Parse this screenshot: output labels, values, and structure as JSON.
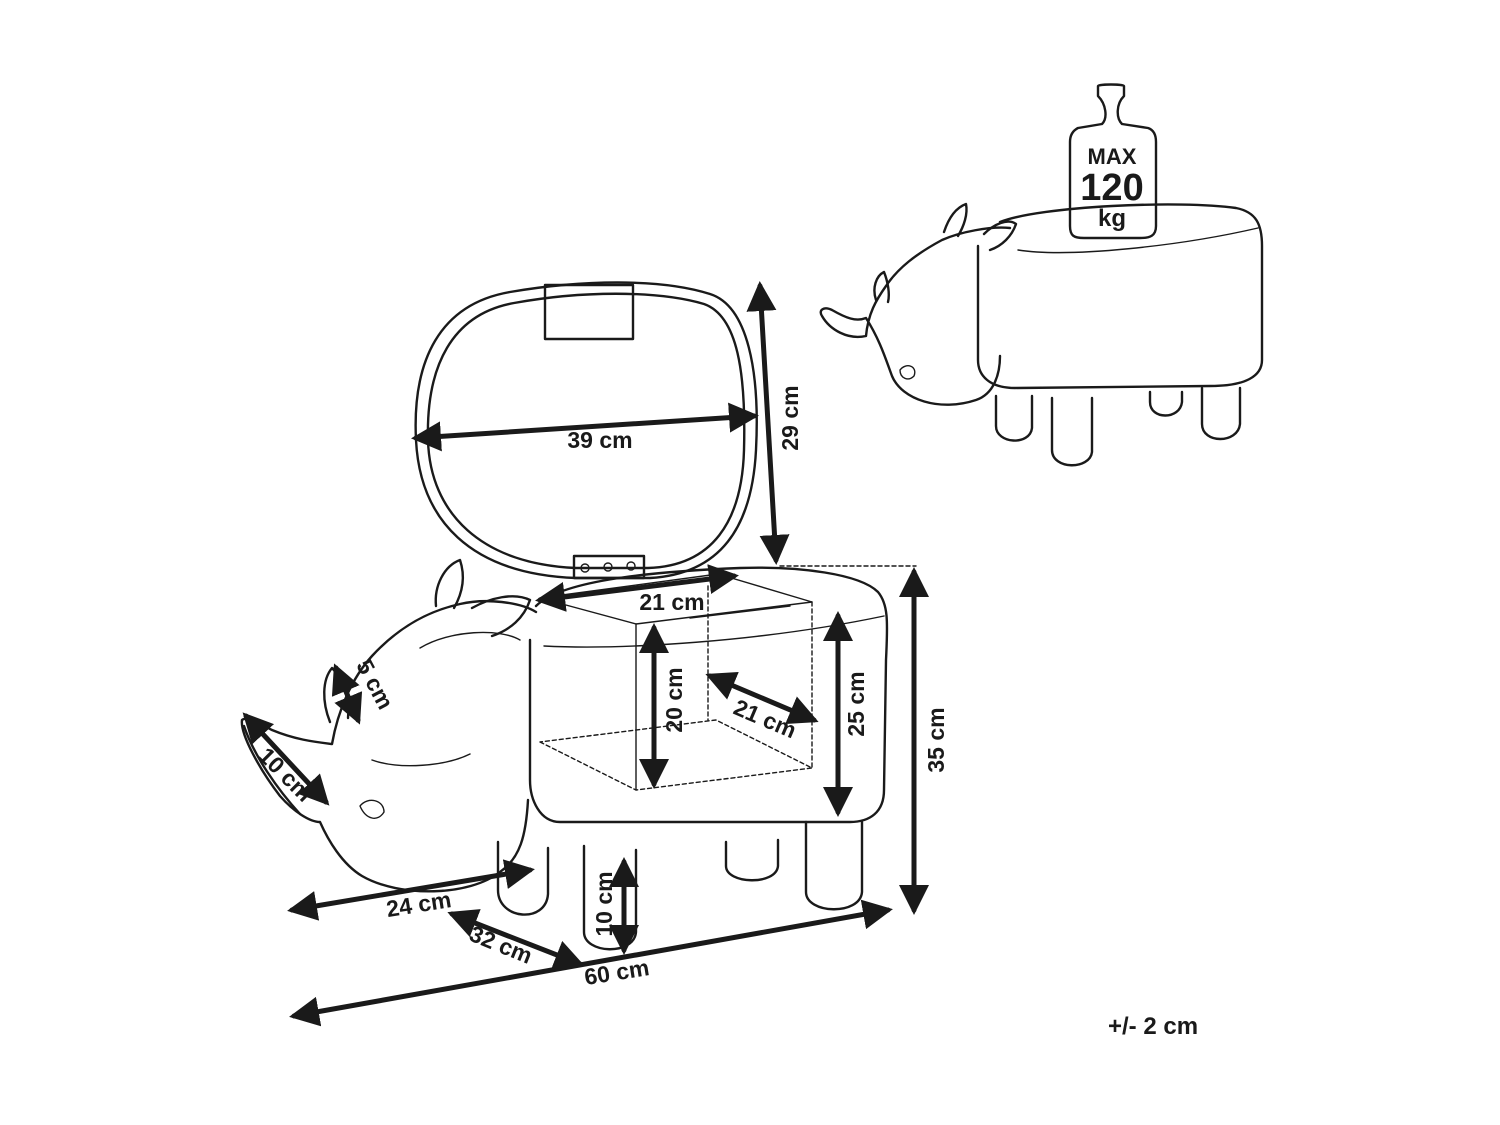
{
  "weight_badge": {
    "line1": "MAX",
    "line2": "120",
    "line3": "kg"
  },
  "dimensions": {
    "lid_width": "39 cm",
    "lid_height": "29 cm",
    "compartment_width": "21 cm",
    "compartment_height": "20 cm",
    "compartment_depth": "21 cm",
    "seat_height": "25 cm",
    "total_height": "35 cm",
    "horn_small": "5 cm",
    "horn_large": "10 cm",
    "head_length": "24 cm",
    "depth": "32 cm",
    "leg_height": "10 cm",
    "total_length": "60 cm"
  },
  "tolerance": "+/- 2 cm",
  "colors": {
    "line": "#1a1a1a",
    "background": "#ffffff"
  }
}
